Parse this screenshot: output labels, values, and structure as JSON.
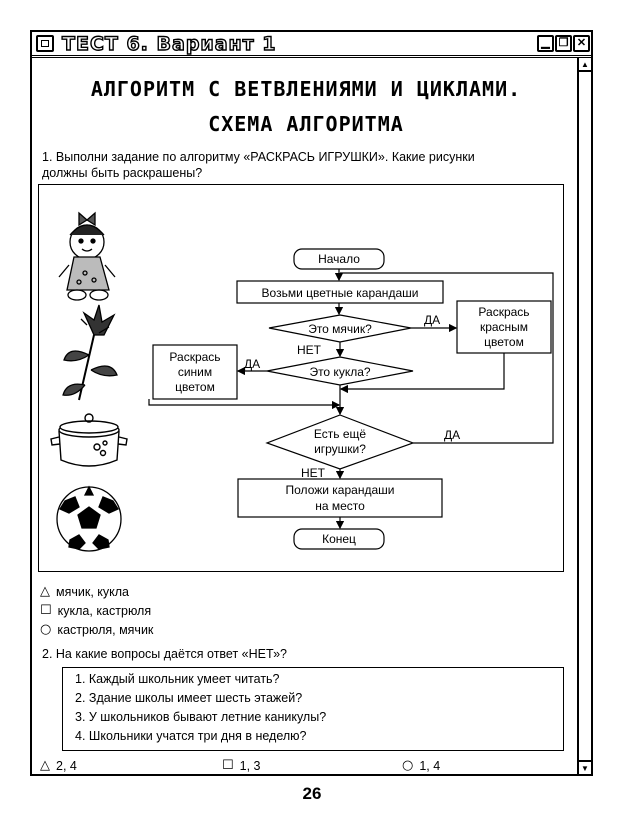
{
  "window": {
    "title": "ТЕСТ 6. Вариант 1"
  },
  "heading": {
    "line1": "АЛГОРИТМ С ВЕТВЛЕНИЯМИ И ЦИКЛАМИ.",
    "line2": "СХЕМА АЛГОРИТМА"
  },
  "q1": {
    "line1": "1. Выполни задание по алгоритму «РАСКРАСЬ ИГРУШКИ». Какие рисунки",
    "line2": "должны быть раскрашены?",
    "flowchart": {
      "start": "Начало",
      "take": "Возьми цветные карандаши",
      "is_ball": "Это мячик?",
      "is_doll": "Это кукла?",
      "paint_red": [
        "Раскрась",
        "красным",
        "цветом"
      ],
      "paint_blue": [
        "Раскрась",
        "синим",
        "цветом"
      ],
      "more_toys": [
        "Есть ещё",
        "игрушки?"
      ],
      "put_back": [
        "Положи карандаши",
        "на место"
      ],
      "end": "Конец",
      "yes": "ДА",
      "no": "НЕТ"
    },
    "answers": [
      {
        "symbol": "△",
        "text": "мячик, кукла"
      },
      {
        "symbol": "☐",
        "text": "кукла, кастрюля"
      },
      {
        "symbol": "○",
        "text": "кастрюля, мячик"
      }
    ]
  },
  "q2": {
    "text": "2. На какие вопросы даётся ответ «НЕТ»?",
    "items": [
      "1. Каждый школьник умеет читать?",
      "2. Здание школы имеет шесть этажей?",
      "3. У школьников бывают летние каникулы?",
      "4. Школьники учатся три дня в неделю?"
    ],
    "answers": [
      {
        "symbol": "△",
        "text": "2, 4"
      },
      {
        "symbol": "☐",
        "text": "1, 3"
      },
      {
        "symbol": "○",
        "text": "1, 4"
      }
    ]
  },
  "page_number": "26"
}
